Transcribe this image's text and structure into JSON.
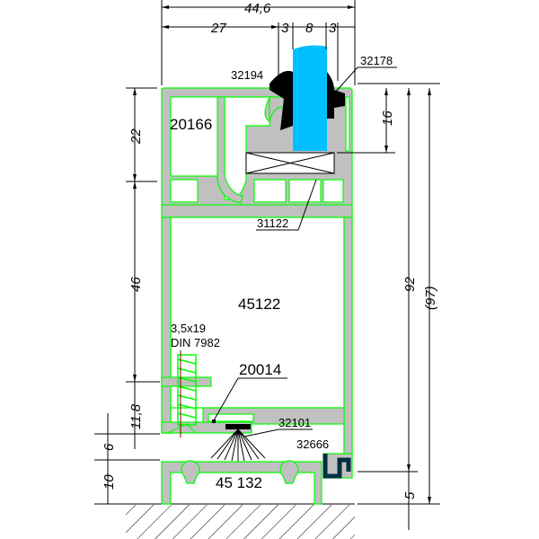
{
  "dimensions": {
    "overall_width": "44,6",
    "left_width": "27",
    "gasket_left": "3",
    "glass": "8",
    "gasket_right": "3",
    "upper_height": "22",
    "middle_height": "46",
    "lower_height": "11,8",
    "gap": "6",
    "sill_height": "10",
    "glass_rebate": "16",
    "frame_height": "92",
    "total_height": "(97)",
    "bottom_offset": "5"
  },
  "labels": {
    "gasket_outer": "32194",
    "gasket_inner": "32178",
    "sash_profile": "20166",
    "glazing_bead": "31122",
    "frame_profile": "45122",
    "screw_size": "3,5x19",
    "screw_standard": "DIN 7982",
    "bottom_profile": "20014",
    "brush_seal": "32101",
    "sill_seal": "32666",
    "sill_profile": "45 132"
  },
  "colors": {
    "aluminium": "#c0c0c0",
    "outline": "#00ff00",
    "glass": "#00bfff",
    "gasket": "#000000"
  }
}
